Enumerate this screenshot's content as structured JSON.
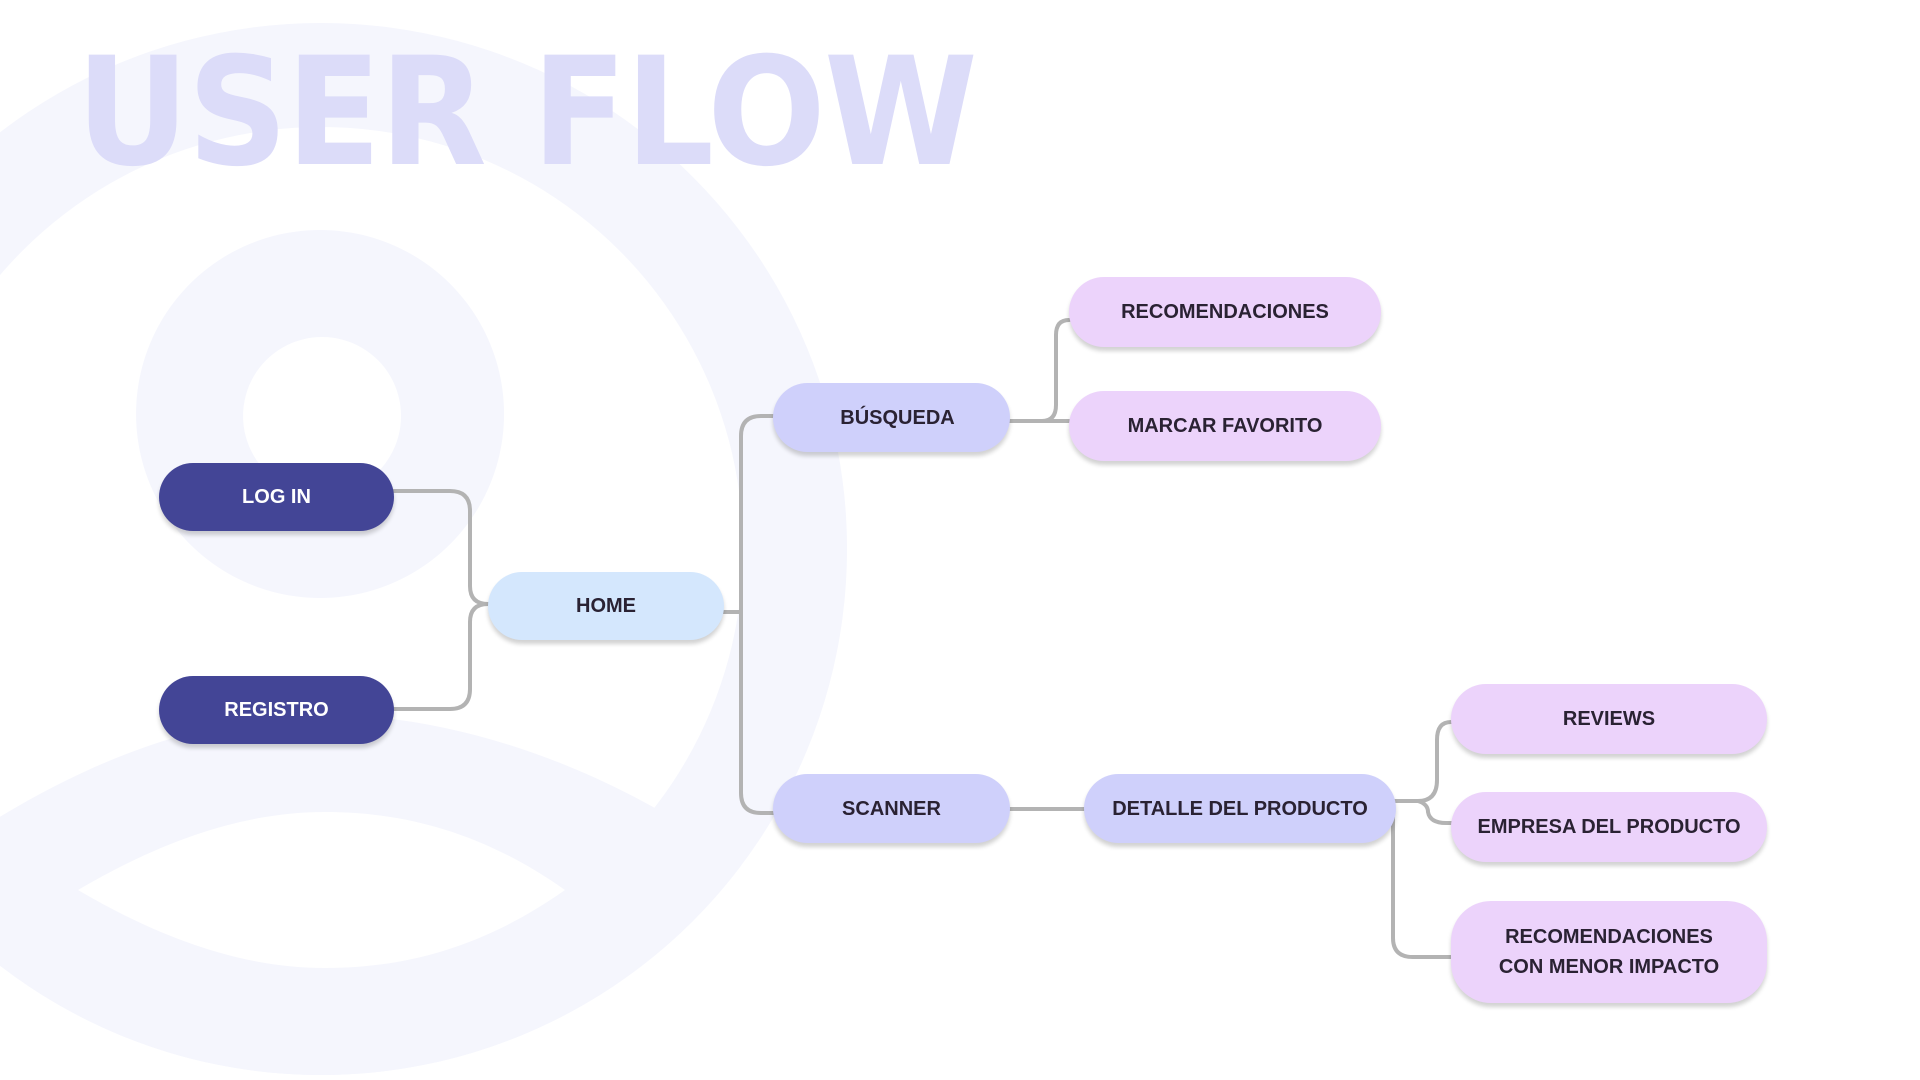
{
  "title": "USER FLOW",
  "colors": {
    "title": "#dcdcf9",
    "background_figure": "#f5f6fd",
    "connector": "#b3b3b3",
    "entry": "#434596",
    "home": "#d4e7fd",
    "section": "#cfd0fb",
    "leaf": "#ecd3fb",
    "text_dark": "#2a2233",
    "text_light": "#ffffff"
  },
  "nodes": {
    "login": {
      "label": "LOG IN"
    },
    "registro": {
      "label": "REGISTRO"
    },
    "home": {
      "label": "HOME"
    },
    "busqueda": {
      "label": "BÚSQUEDA"
    },
    "scanner": {
      "label": "SCANNER"
    },
    "recomendaciones": {
      "label": "RECOMENDACIONES"
    },
    "marcar_favorito": {
      "label": "MARCAR FAVORITO"
    },
    "detalle_producto": {
      "label": "DETALLE DEL PRODUCTO"
    },
    "reviews": {
      "label": "REVIEWS"
    },
    "empresa_producto": {
      "label": "EMPRESA DEL PRODUCTO"
    },
    "recomendaciones_impacto": {
      "line1": "RECOMENDACIONES",
      "line2": "CON MENOR IMPACTO"
    }
  },
  "edges": [
    {
      "from": "LOG IN",
      "to": "HOME"
    },
    {
      "from": "REGISTRO",
      "to": "HOME"
    },
    {
      "from": "HOME",
      "to": "BÚSQUEDA",
      "arrow": true
    },
    {
      "from": "HOME",
      "to": "SCANNER",
      "arrow": true
    },
    {
      "from": "BÚSQUEDA",
      "to": "RECOMENDACIONES"
    },
    {
      "from": "BÚSQUEDA",
      "to": "MARCAR FAVORITO"
    },
    {
      "from": "SCANNER",
      "to": "DETALLE DEL PRODUCTO"
    },
    {
      "from": "DETALLE DEL PRODUCTO",
      "to": "REVIEWS"
    },
    {
      "from": "DETALLE DEL PRODUCTO",
      "to": "EMPRESA DEL PRODUCTO"
    },
    {
      "from": "DETALLE DEL PRODUCTO",
      "to": "RECOMENDACIONES CON MENOR IMPACTO",
      "arrow": true
    }
  ]
}
